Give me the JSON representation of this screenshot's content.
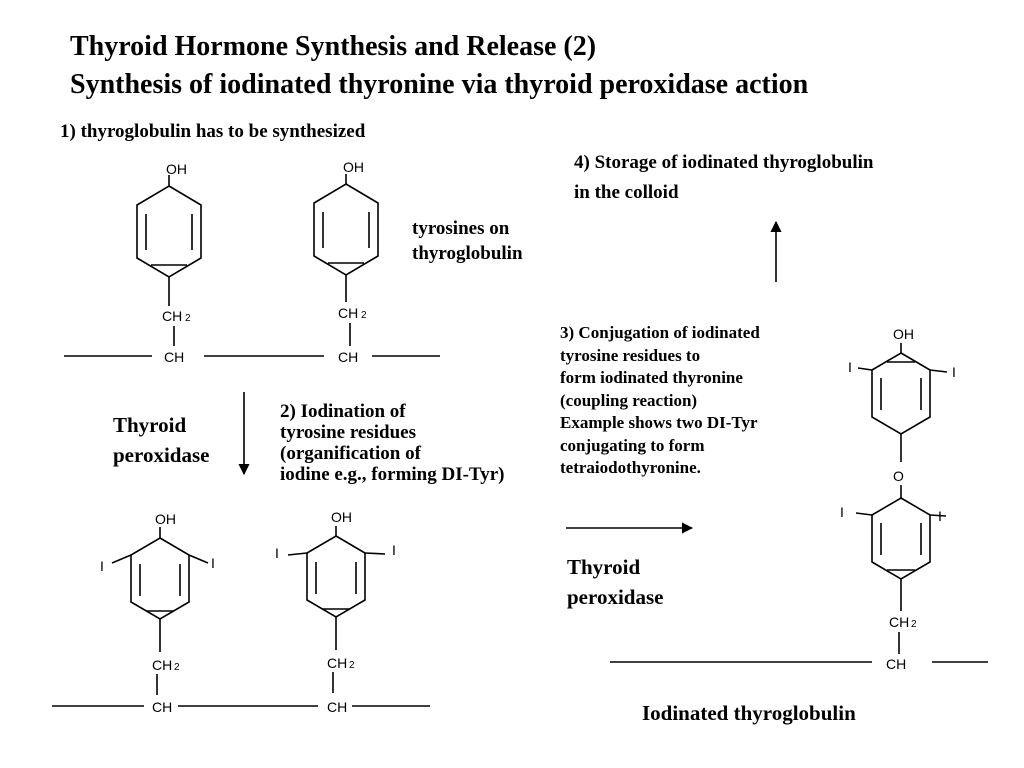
{
  "title": {
    "line1": "Thyroid Hormone Synthesis and Release (2)",
    "line2": "Synthesis of iodinated thyronine via thyroid peroxidase action"
  },
  "steps": {
    "step1": "1) thyroglobulin has to be synthesized",
    "step2": "2) Iodination of\ntyrosine residues\n(organification of\niodine e.g., forming DI-Tyr)",
    "step3": "3) Conjugation of iodinated\ntyrosine residues to\nform iodinated thyronine\n(coupling reaction)\nExample shows two DI-Tyr\nconjugating to form\ntetraiodothyronine.",
    "step4": "4) Storage of iodinated thyroglobulin\nin the colloid"
  },
  "labels": {
    "tyrosines": "tyrosines on\nthyroglobulin",
    "enzyme_down": "Thyroid\nperoxidase",
    "enzyme_right": "Thyroid\nperoxidase",
    "product": "Iodinated thyroglobulin"
  },
  "chem": {
    "oh": "OH",
    "o": "O",
    "iodine": "I",
    "ch": "CH",
    "ch2_main": "CH",
    "ch2_sub": "2"
  }
}
